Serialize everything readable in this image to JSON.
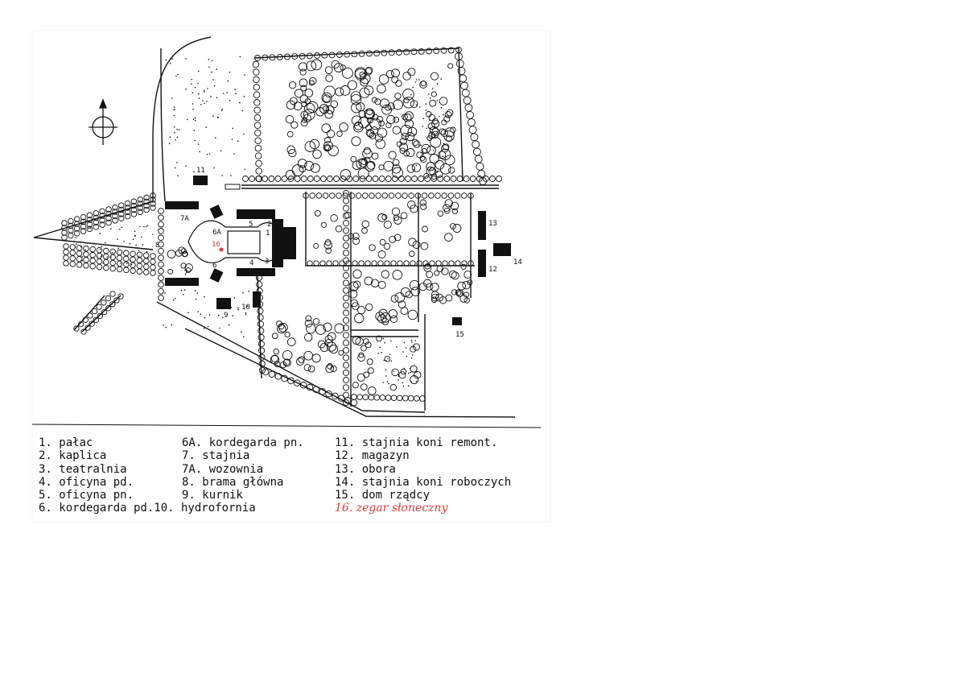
{
  "map_labels": {
    "b1": "1",
    "b2": "2",
    "b3": "3",
    "b4": "4",
    "b5": "5",
    "b6": "6",
    "b6a": "6A",
    "b7": "7",
    "b7a": "7A",
    "b8": "8",
    "b9": "9",
    "b10": "10",
    "b11": "11",
    "b12": "12",
    "b13": "13",
    "b14": "14",
    "b15": "15",
    "b16": "16"
  },
  "legend": {
    "col1": [
      "1. pałac",
      "2. kaplica",
      "3. teatralnia",
      "4. oficyna pd.",
      "5. oficyna pn.",
      "6. kordegarda pd.10. hydrofornia"
    ],
    "col2": [
      "6A. kordegarda pn.",
      "7. stajnia",
      "7A. wozownia",
      "8. brama główna",
      "9. kurnik"
    ],
    "col3": [
      "11. stajnia koni remont.",
      "12. magazyn",
      "13. obora",
      "14. stajnia koni roboczych",
      "15. dom rządcy"
    ],
    "col3_red": "16. zegar słoneczny"
  },
  "colors": {
    "ink": "#111111",
    "accent_red": "#e33b3b"
  },
  "icons": {
    "north_arrow": "compass-north-arrow-icon"
  }
}
